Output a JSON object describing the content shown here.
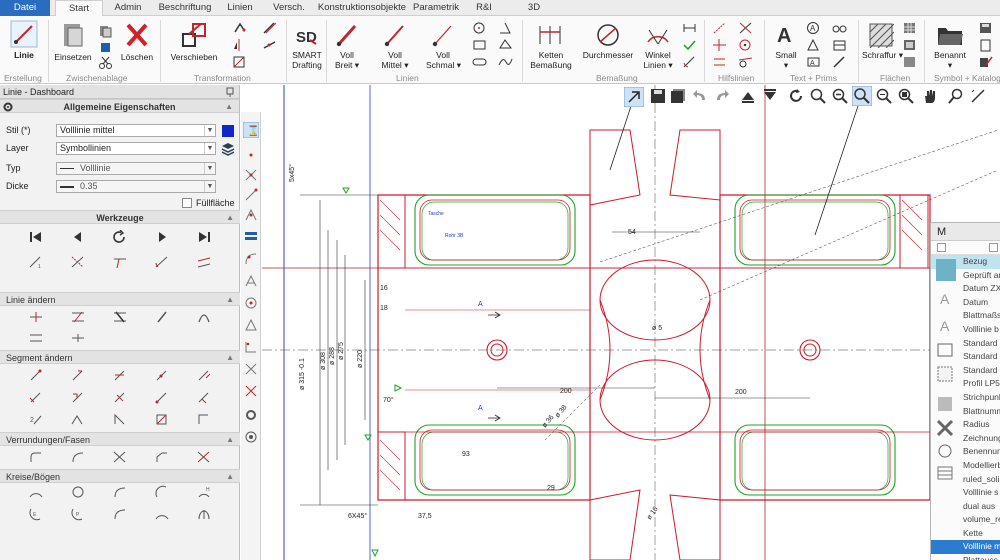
{
  "menu": {
    "tabs": [
      "Datei",
      "Start",
      "Admin",
      "Beschriftung",
      "Linien",
      "Versch.",
      "Konstruktionsobjekte",
      "Parametrik",
      "R&I",
      "3D"
    ],
    "active": "Start"
  },
  "ribbon": {
    "buttons": {
      "linie": "Linie",
      "einsetzen": "Einsetzen",
      "loeschen": "Löschen",
      "verschieben": "Verschieben",
      "smart": "SMART",
      "drafting": "Drafting",
      "voll_breit": "Voll",
      "voll_breit2": "Breit",
      "voll_mittel": "Voll",
      "voll_mittel2": "Mittel",
      "voll_schmal": "Voll",
      "voll_schmal2": "Schmal",
      "ketten": "Ketten",
      "bemassung": "Bemaßung",
      "durchmesser": "Durchmesser",
      "winkel": "Winkel",
      "linien": "Linien",
      "small": "Small",
      "schraffur": "Schraffur",
      "benannt": "Benannt"
    },
    "groups": [
      "Erstellung",
      "Zwischenablage",
      "Transformation",
      "Linien",
      "Bemaßung",
      "Hilfslinien",
      "Text + Prims",
      "Flächen",
      "Symbol + Katalog"
    ]
  },
  "dashboard": {
    "title": "Linie - Dashboard",
    "general_header": "Allgemeine Eigenschaften",
    "stil_label": "Stil (*)",
    "stil_value": "Volllinie mittel",
    "layer_label": "Layer",
    "layer_value": "Symbollinien",
    "typ_label": "Typ",
    "typ_value": "Volllinie",
    "dicke_label": "Dicke",
    "dicke_value": "0.35",
    "fill_label": "Füllfläche",
    "tools_header": "Werkzeuge",
    "sections": [
      "Linie ändern",
      "Segment ändern",
      "Verrundungen/Fasen",
      "Kreise/Bögen"
    ]
  },
  "panel": {
    "title": "M",
    "items": [
      "Bezug",
      "Geprüft an",
      "Datum ZX",
      "Datum",
      "Blattmaßs",
      "Volllinie b",
      "Standard",
      "Standard",
      "Standard",
      "Profil LP5",
      "Strichpunk",
      "Blattnumm",
      "Radius",
      "Zeichnung",
      "Benennun",
      "Modellierb",
      "ruled_soli",
      "Volllinie s",
      "dual aus",
      "volume_re",
      "Kette",
      "Volllinie m",
      "Plattauss"
    ],
    "highlight_index": 0,
    "selected_index": 21
  },
  "drawing": {
    "dims": [
      "5x45°",
      "ø 315 -0.1",
      "ø 308",
      "ø 288",
      "ø 275",
      "ø 220",
      "16",
      "18",
      "200",
      "200",
      "54",
      "70°",
      "6X45°",
      "37,5",
      "29",
      "93",
      "ø 38",
      "ø 36",
      "ø 16",
      "ø 5"
    ],
    "labels": [
      "A",
      "A",
      "Tasche",
      "Rohr 3B"
    ]
  },
  "colors": {
    "accent": "#2a6cc0",
    "red": "#cc1b2b",
    "green": "#1fa324",
    "blue": "#2040c0",
    "darkred": "#b0202a"
  }
}
